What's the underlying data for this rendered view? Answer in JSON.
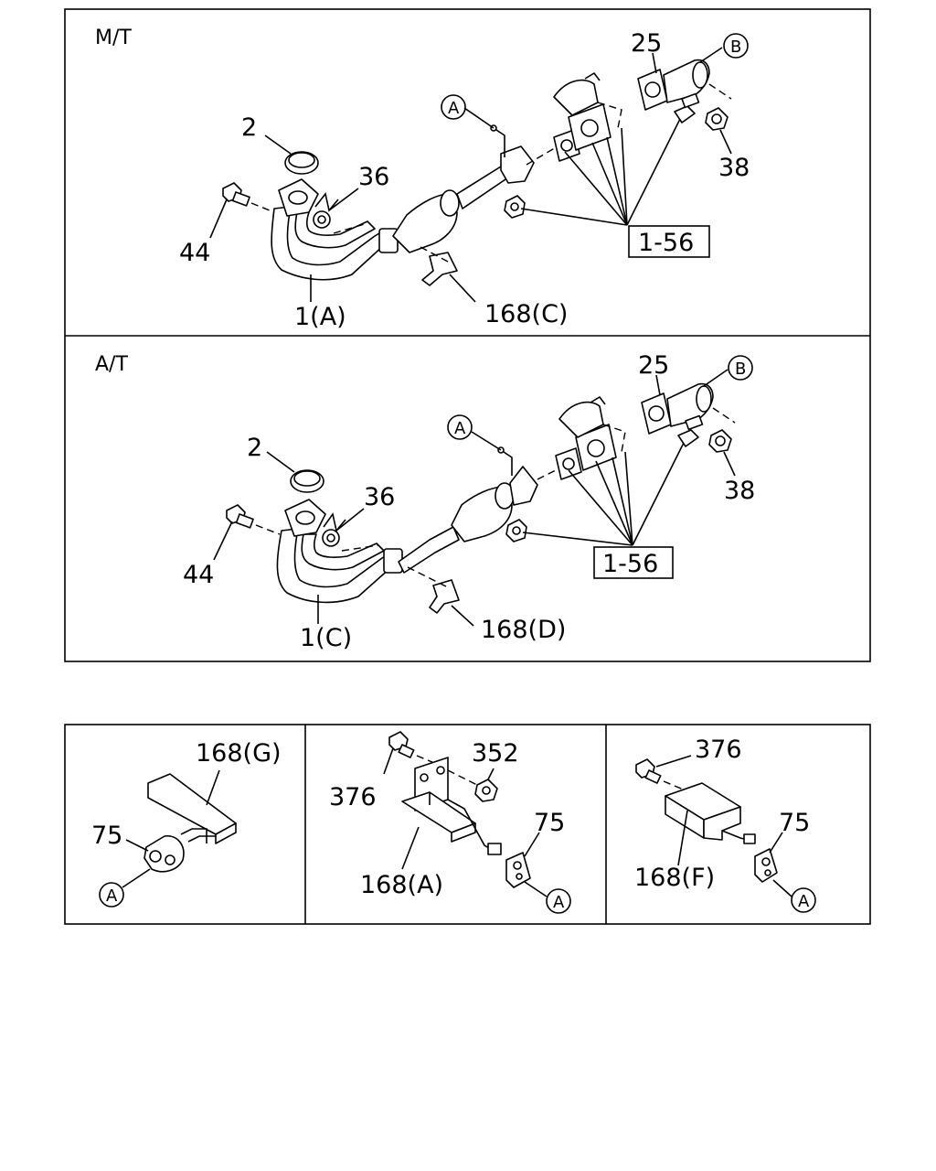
{
  "sections": {
    "mt": {
      "title": "M/T",
      "callouts": {
        "c25": "25",
        "cB": "B",
        "cA": "A",
        "c2": "2",
        "c36": "36",
        "c38": "38",
        "c44": "44",
        "c156": "1-56",
        "c1A": "1(A)",
        "c168C": "168(C)"
      }
    },
    "at": {
      "title": "A/T",
      "callouts": {
        "c25": "25",
        "cB": "B",
        "cA": "A",
        "c2": "2",
        "c36": "36",
        "c38": "38",
        "c44": "44",
        "c156": "1-56",
        "c1C": "1(C)",
        "c168D": "168(D)"
      }
    },
    "detail_g": {
      "callouts": {
        "c168G": "168(G)",
        "c75": "75",
        "cA": "A"
      }
    },
    "detail_a": {
      "callouts": {
        "c352": "352",
        "c376": "376",
        "c75": "75",
        "c168A": "168(A)",
        "cA": "A"
      }
    },
    "detail_f": {
      "callouts": {
        "c376": "376",
        "c75": "75",
        "c168F": "168(F)",
        "cA": "A"
      }
    }
  }
}
